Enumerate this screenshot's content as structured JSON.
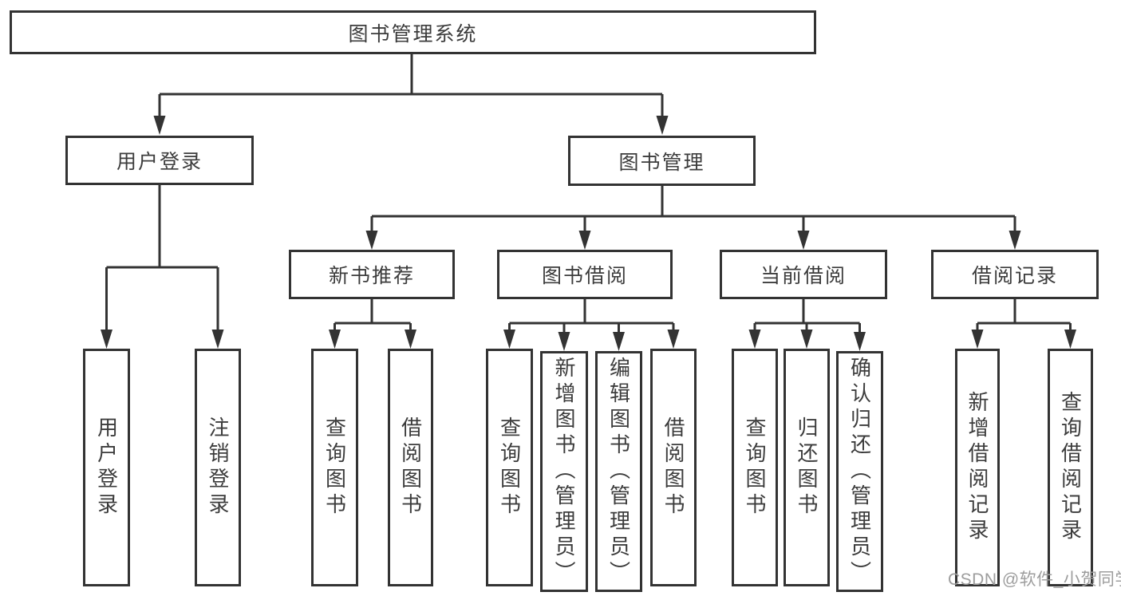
{
  "tree": {
    "root": {
      "label": "图书管理系统",
      "children": [
        {
          "label": "用户登录",
          "children": [
            {
              "label": "用户登录"
            },
            {
              "label": "注销登录"
            }
          ]
        },
        {
          "label": "图书管理",
          "children": [
            {
              "label": "新书推荐",
              "children": [
                {
                  "label": "查询图书"
                },
                {
                  "label": "借阅图书"
                }
              ]
            },
            {
              "label": "图书借阅",
              "children": [
                {
                  "label": "查询图书"
                },
                {
                  "label": "新增图书（管理员）"
                },
                {
                  "label": "编辑图书（管理员）"
                },
                {
                  "label": "借阅图书"
                }
              ]
            },
            {
              "label": "当前借阅",
              "children": [
                {
                  "label": "查询图书"
                },
                {
                  "label": "归还图书"
                },
                {
                  "label": "确认归还（管理员）"
                }
              ]
            },
            {
              "label": "借阅记录",
              "children": [
                {
                  "label": "新增借阅记录"
                },
                {
                  "label": "查询借阅记录"
                }
              ]
            }
          ]
        }
      ]
    }
  },
  "watermark": {
    "text": "CSDN @软件_小贺同学"
  },
  "colors": {
    "line": "#333333",
    "border": "#333333",
    "text": "#3c3c3c",
    "background": "#ffffff",
    "watermark": "#9d9d9d"
  }
}
